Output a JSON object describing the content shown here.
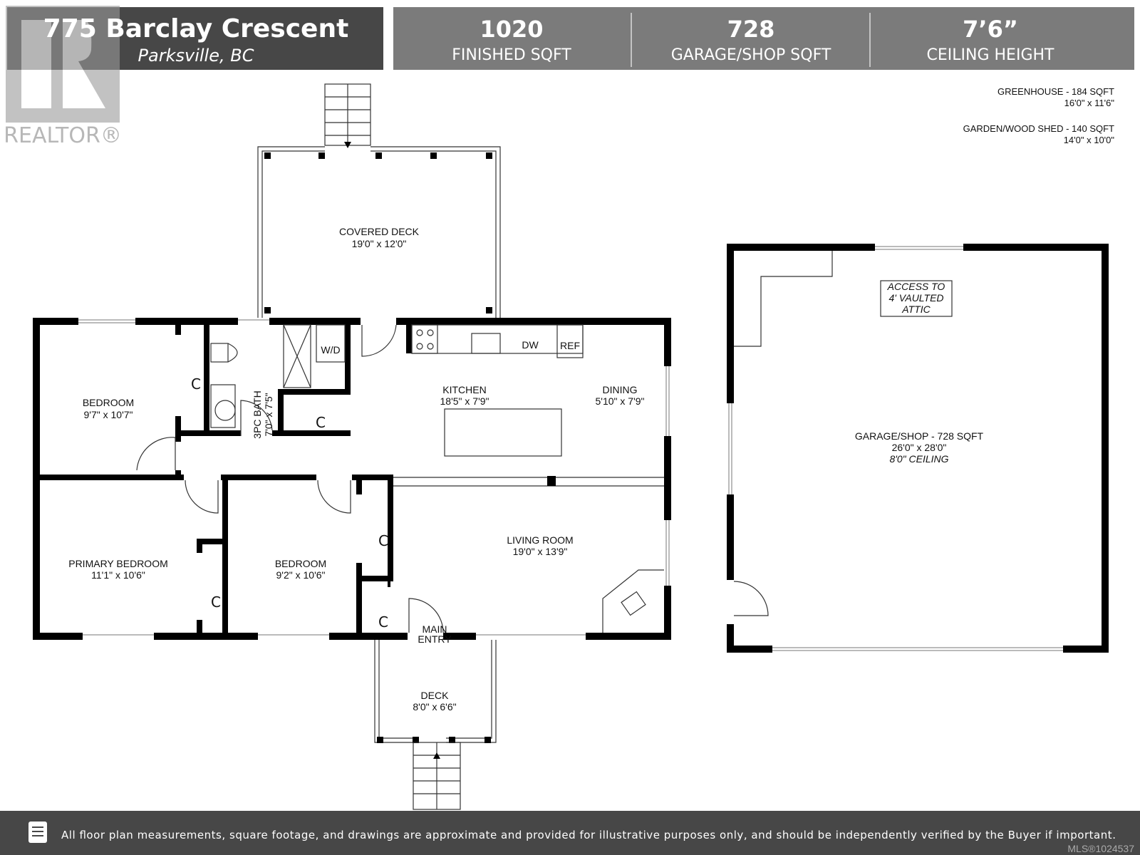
{
  "header": {
    "address": "775 Barclay Crescent",
    "city": "Parksville, BC",
    "stats": [
      {
        "value": "1020",
        "label": "FINISHED SQFT"
      },
      {
        "value": "728",
        "label": "GARAGE/SHOP SQFT"
      },
      {
        "value": "7’6”",
        "label": "CEILING HEIGHT"
      }
    ]
  },
  "logo": {
    "text": "REALTOR®"
  },
  "outbuildings": [
    {
      "name": "GREENHOUSE - 184 SQFT",
      "dims": "16'0\" x 11'6\""
    },
    {
      "name": "GARDEN/WOOD SHED - 140 SQFT",
      "dims": "14'0\" x 10'0\""
    }
  ],
  "rooms": {
    "covered_deck": {
      "name": "COVERED DECK",
      "dims": "19'0\" x 12'0\""
    },
    "bedroom1": {
      "name": "BEDROOM",
      "dims": "9'7\" x 10'7\""
    },
    "bath": {
      "name": "3PC BATH",
      "dims": "7'0\" x 7'5\""
    },
    "wd": "W/D",
    "dw": "DW",
    "ref": "REF",
    "kitchen": {
      "name": "KITCHEN",
      "dims": "18'5\" x 7'9\""
    },
    "dining": {
      "name": "DINING",
      "dims": "5'10\" x 7'9\""
    },
    "primary": {
      "name": "PRIMARY BEDROOM",
      "dims": "11'1\" x 10'6\""
    },
    "bedroom2": {
      "name": "BEDROOM",
      "dims": "9'2\" x 10'6\""
    },
    "living": {
      "name": "LIVING ROOM",
      "dims": "19'0\" x 13'9\""
    },
    "main_entry": [
      "MAIN",
      "ENTRY"
    ],
    "deck": {
      "name": "DECK",
      "dims": "8'0\" x 6'6\""
    },
    "closet": "C",
    "garage": {
      "name": "GARAGE/SHOP - 728 SQFT",
      "dims": "26'0\" x 28'0\"",
      "ceiling": "8'0\" CEILING"
    },
    "attic": [
      "ACCESS TO",
      "4' VAULTED",
      "ATTIC"
    ]
  },
  "footer": {
    "icon": "document-icon",
    "disclaimer": "All floor plan measurements, square footage, and drawings are approximate and provided for illustrative purposes only, and should be independently verified by the Buyer if important.",
    "mls": "MLS®1024537"
  },
  "colors": {
    "header_dark": "#474747",
    "header_gray": "#7b7b7b",
    "footer": "#474747"
  }
}
